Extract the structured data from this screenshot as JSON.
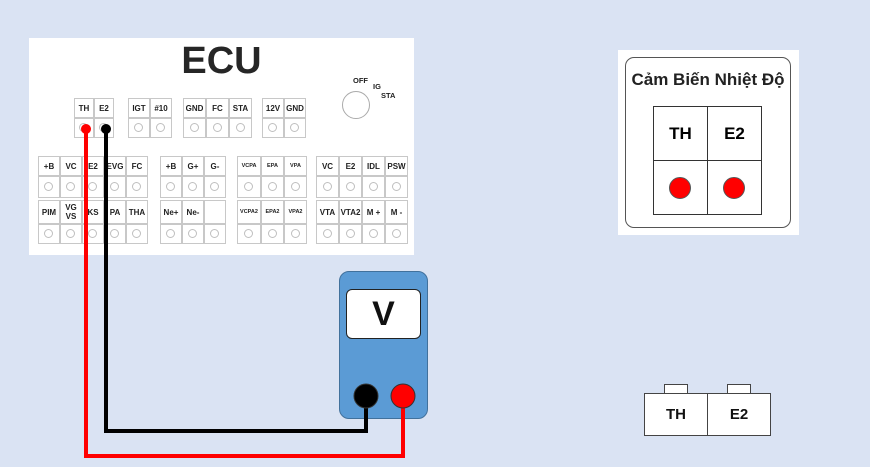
{
  "ecu": {
    "title": "ECU",
    "top_groups": [
      [
        "TH",
        "E2"
      ],
      [
        "IGT",
        "#10"
      ],
      [
        "GND",
        "FC",
        "STA"
      ],
      [
        "12V",
        "GND"
      ]
    ],
    "switch": {
      "off": "OFF",
      "ig": "IG",
      "sta": "STA"
    },
    "bottom_groups": [
      {
        "row1": [
          "+B",
          "VC",
          "E2",
          "EVG",
          "FC"
        ],
        "row2": [
          "PIM",
          "VG VS",
          "KS",
          "PA",
          "THA"
        ]
      },
      {
        "row1": [
          "+B",
          "G+",
          "G-"
        ],
        "row2": [
          "Ne+",
          "Ne-",
          ""
        ]
      },
      {
        "row1": [
          "VCPA",
          "EPA",
          "VPA"
        ],
        "row2": [
          "VCPA2",
          "EPA2",
          "VPA2"
        ]
      },
      {
        "row1": [
          "VC",
          "E2",
          "IDL",
          "PSW"
        ],
        "row2": [
          "VTA",
          "VTA2",
          "M +",
          "M -"
        ]
      }
    ]
  },
  "sensor": {
    "title": "Cảm Biến Nhiệt Độ",
    "pin1": "TH",
    "pin2": "E2"
  },
  "meter": {
    "label": "V"
  },
  "connector": {
    "pin1": "TH",
    "pin2": "E2"
  },
  "colors": {
    "positive": "#ff0000",
    "negative": "#000000",
    "meter_body": "#5b9bd5",
    "background": "#dae3f3"
  }
}
